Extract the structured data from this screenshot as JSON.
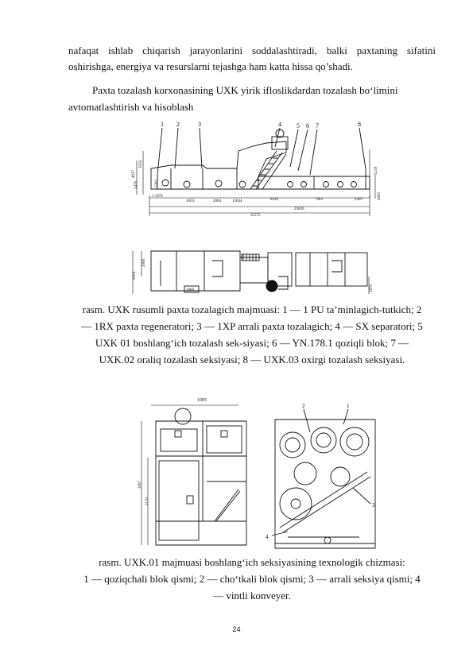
{
  "paragraphs": {
    "intro_line1": "nafaqat ishlab chiqarish jarayonlarini soddalashtiradi, balki paxtaning sifatini",
    "intro_line2": "oshirishga, energiya va resurslarni tejashga ham katta hissa qo’shadi.",
    "heading_line1": "Paxta tozalash korxonasining UXK yirik ifloslikdardan tozalash bo‘limini",
    "heading_line2": "avtomatlashtirish va hisoblash"
  },
  "figure1": {
    "callouts": [
      "1",
      "2",
      "3",
      "4",
      "5",
      "6",
      "7",
      "8"
    ],
    "dims_left": [
      "4937",
      "3556",
      "2476",
      "3262"
    ],
    "dims_right": [
      "5218",
      "2600"
    ],
    "dims_bottom": [
      "1 1976",
      "6035",
      "2004",
      "13044",
      "8326",
      "7483",
      "2495",
      "23820",
      "35575"
    ],
    "plan_dims": [
      "5004",
      "2006",
      "1800",
      "1870"
    ],
    "caption_lines": [
      "rasm. UXK rusumli paxta tozalagich majmuasi: 1 — 1 PU ta’minlagich-tutkich; 2",
      "— 1RX paxta regeneratori; 3 — 1XP arrali paxta tozalagich; 4 — SX separatori; 5",
      "UXK 01 boshlang‘ich tozalash sek-siyasi; 6 — YN.178.1 qoziqli blok; 7 —",
      "UXK.02 oraliq tozalash seksiyasi; 8 — UXK.03 oxirgi tozalash seksiyasi."
    ]
  },
  "figure2": {
    "dims": [
      "1005",
      "3067",
      "2170"
    ],
    "callouts": [
      "2",
      "1",
      "3",
      "4"
    ],
    "caption_lines": [
      "rasm. UXK.01 majmuasi boshlang‘ich seksiyasining texnologik chizmasi:",
      "1 — qoziqchali blok qismi; 2 — cho‘tkali blok qismi; 3 — arrali seksiya qismi; 4",
      "— vintli konveyer."
    ]
  },
  "page_number": "24"
}
